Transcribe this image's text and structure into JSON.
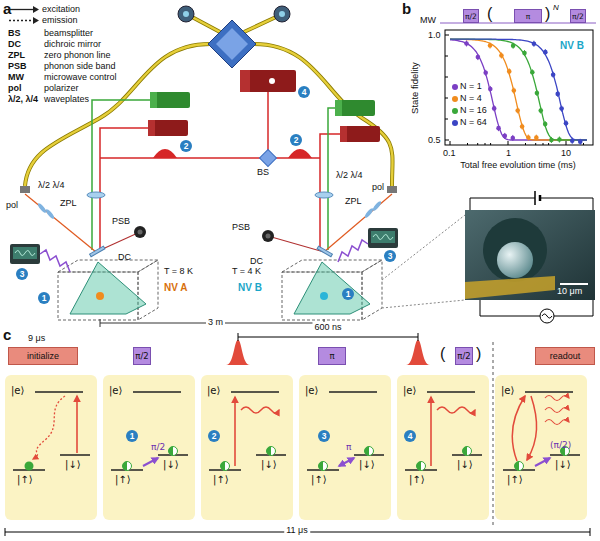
{
  "diagram": {
    "nodes": [
      {
        "text": [
          "π/2"
        ]
      },
      {
        "text": [
          "π"
        ]
      },
      {
        "text": [
          "π/2"
        ]
      },
      {
        "text": [
          "initialize"
        ]
      },
      {
        "text": [
          "π/2"
        ]
      },
      {
        "text": [
          "π"
        ]
      },
      {
        "text": [
          "π/2"
        ]
      },
      {
        "text": [
          "readout"
        ]
      },
      {
        "text": [
          "|e⟩",
          "|↑⟩",
          "|↓⟩"
        ]
      },
      {
        "text": [
          "|e⟩",
          "|↑⟩",
          "|↓⟩"
        ]
      },
      {
        "text": [
          "|e⟩",
          "|↑⟩",
          "|↓⟩"
        ]
      },
      {
        "text": [
          "|e⟩",
          "|↑⟩",
          "|↓⟩"
        ]
      },
      {
        "text": [
          "|e⟩",
          "|↑⟩",
          "|↓⟩"
        ]
      },
      {
        "text": [
          "|e⟩",
          "|↑⟩",
          "|↓⟩"
        ]
      }
    ],
    "labels": [
      "a",
      "BS",
      "beamsplitter",
      "DC",
      "dichroic mirror",
      "ZPL",
      "zero phonon line",
      "PSB",
      "phonon side band",
      "MW",
      "microwave control",
      "pol",
      "polarizer",
      "λ/2, λ/4",
      "waveplates",
      "BS",
      "ZPL",
      "ZPL",
      "PSB",
      "PSB",
      "DC",
      "DC",
      "pol",
      "pol",
      "λ/2 λ/4",
      "λ/2 λ/4",
      "4",
      "2",
      "2",
      "3",
      "1",
      "3",
      "1",
      "T = 8 K",
      "NV A",
      "NV B",
      "T = 4 K",
      "3 m",
      "b",
      "MW",
      "(",
      ")",
      "N",
      "NV B",
      "1.0",
      "0.5",
      "0.1",
      "1",
      "10",
      "State fidelity",
      "Total free evolution time (ms)",
      "10 μm",
      "c",
      "9 μs",
      "600 ns",
      "(",
      ")",
      "11 μs",
      "1",
      "π/2",
      "2",
      "3",
      "π",
      "4",
      "(π/2)"
    ],
    "legend": [
      {
        "text": "excitation"
      },
      {
        "text": "emission"
      },
      {
        "text": "N = 1",
        "color": "#7b3fc4"
      },
      {
        "text": "N = 4",
        "color": "#f08c1e"
      },
      {
        "text": "N = 16",
        "color": "#3aa83a"
      },
      {
        "text": "N = 64",
        "color": "#3b45c4"
      }
    ]
  }
}
